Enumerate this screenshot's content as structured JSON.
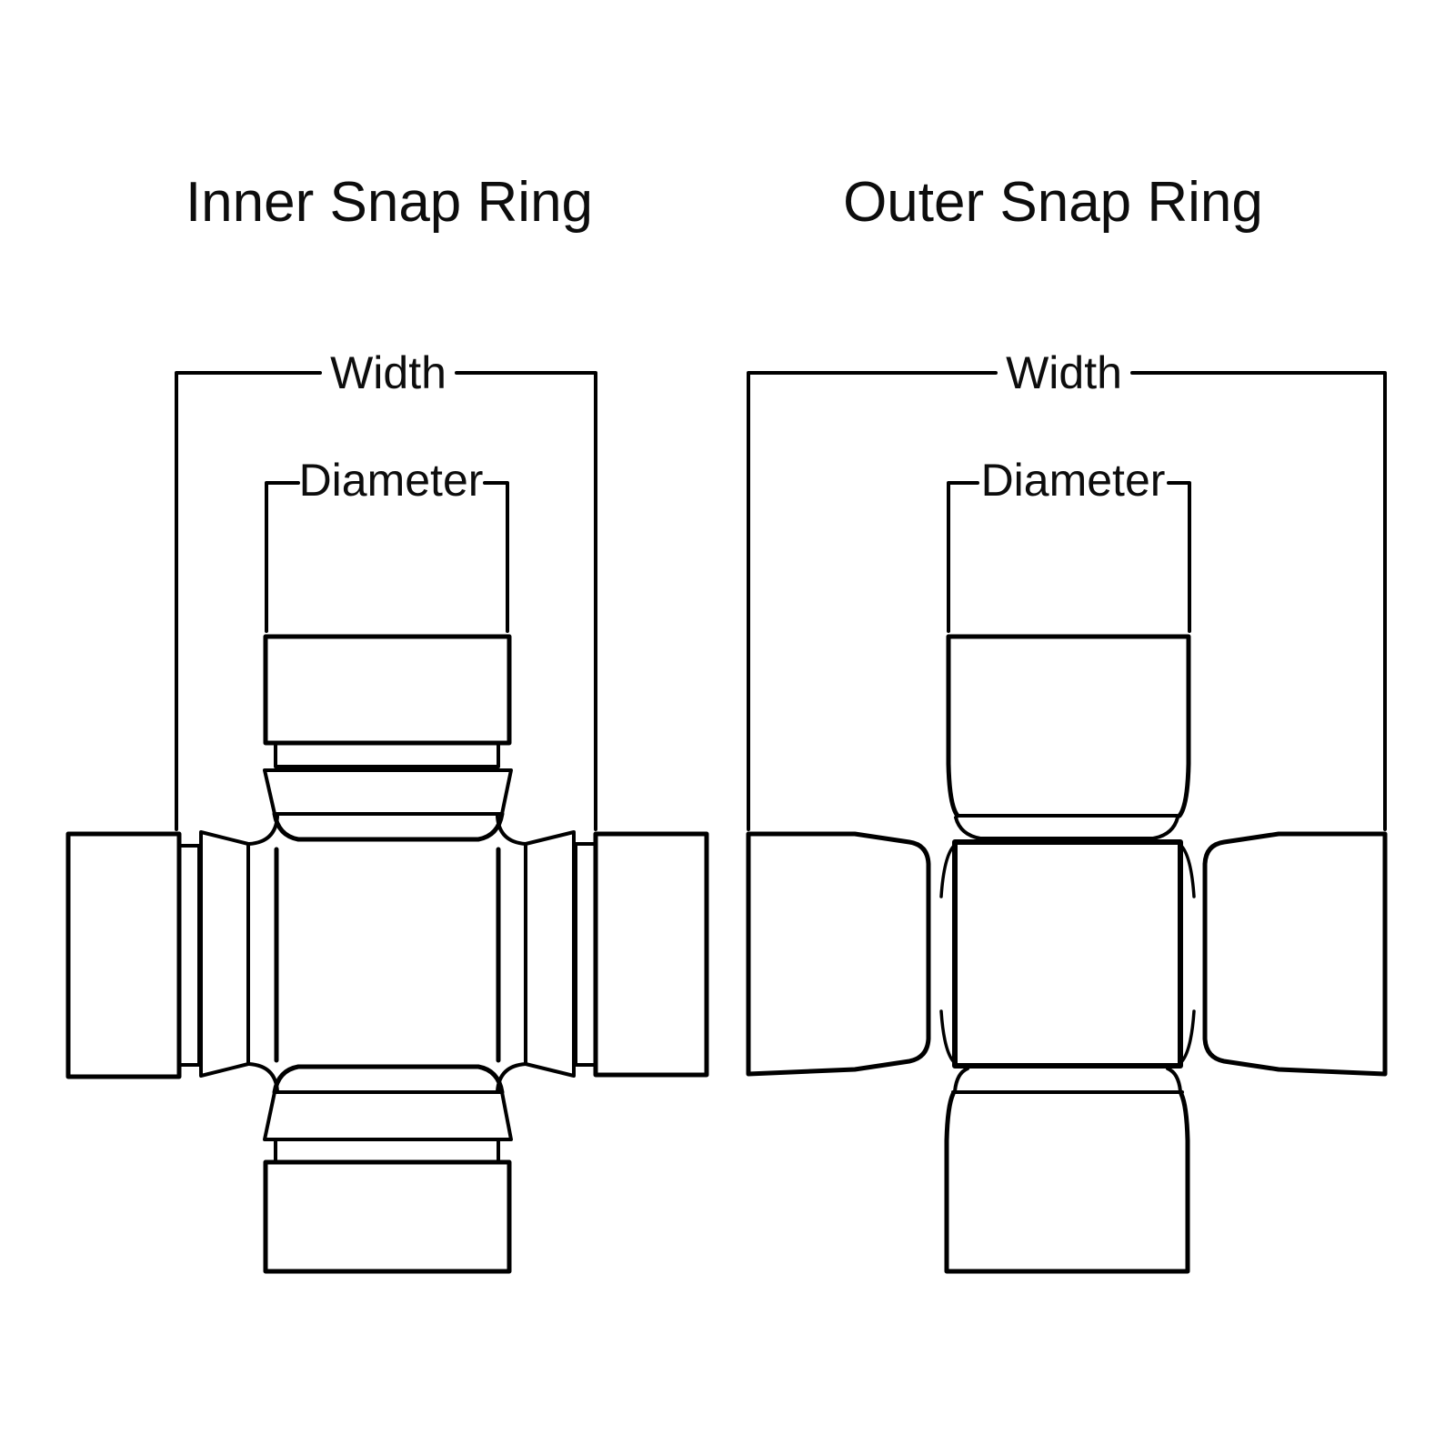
{
  "canvas": {
    "background_color": "#ffffff",
    "line_color": "#000000",
    "text_color": "#0d0d0d"
  },
  "diagrams": [
    {
      "id": "inner-snap-ring",
      "title": "Inner Snap Ring",
      "width_label": "Width",
      "diameter_label": "Diameter"
    },
    {
      "id": "outer-snap-ring",
      "title": "Outer Snap Ring",
      "width_label": "Width",
      "diameter_label": "Diameter"
    }
  ]
}
